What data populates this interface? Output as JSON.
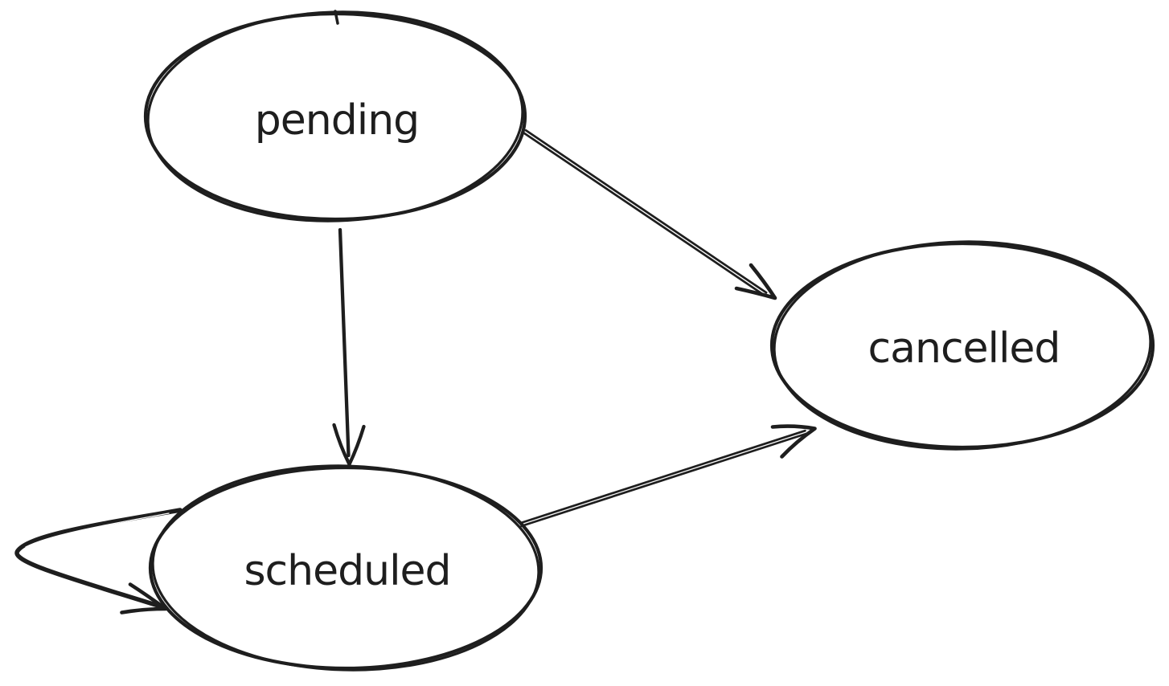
{
  "diagram": {
    "kind": "hand-drawn state diagram",
    "canvas_color": "#ffffff",
    "stroke_color": "#1e1e1e",
    "nodes": [
      {
        "id": "pending",
        "label": "pending",
        "shape": "ellipse",
        "fill": "#ffffff",
        "stroke": "#1e1e1e"
      },
      {
        "id": "scheduled",
        "label": "scheduled",
        "shape": "ellipse",
        "fill": "#ffffff",
        "stroke": "#1e1e1e"
      },
      {
        "id": "cancelled",
        "label": "cancelled",
        "shape": "ellipse",
        "fill": "#ffc9c9",
        "stroke": "#1e1e1e"
      }
    ],
    "edges": [
      {
        "from": "pending",
        "to": "cancelled",
        "style": "arrow"
      },
      {
        "from": "pending",
        "to": "scheduled",
        "style": "arrow"
      },
      {
        "from": "scheduled",
        "to": "cancelled",
        "style": "arrow"
      },
      {
        "from": "scheduled",
        "to": "scheduled",
        "style": "self-loop-arrow"
      }
    ]
  }
}
